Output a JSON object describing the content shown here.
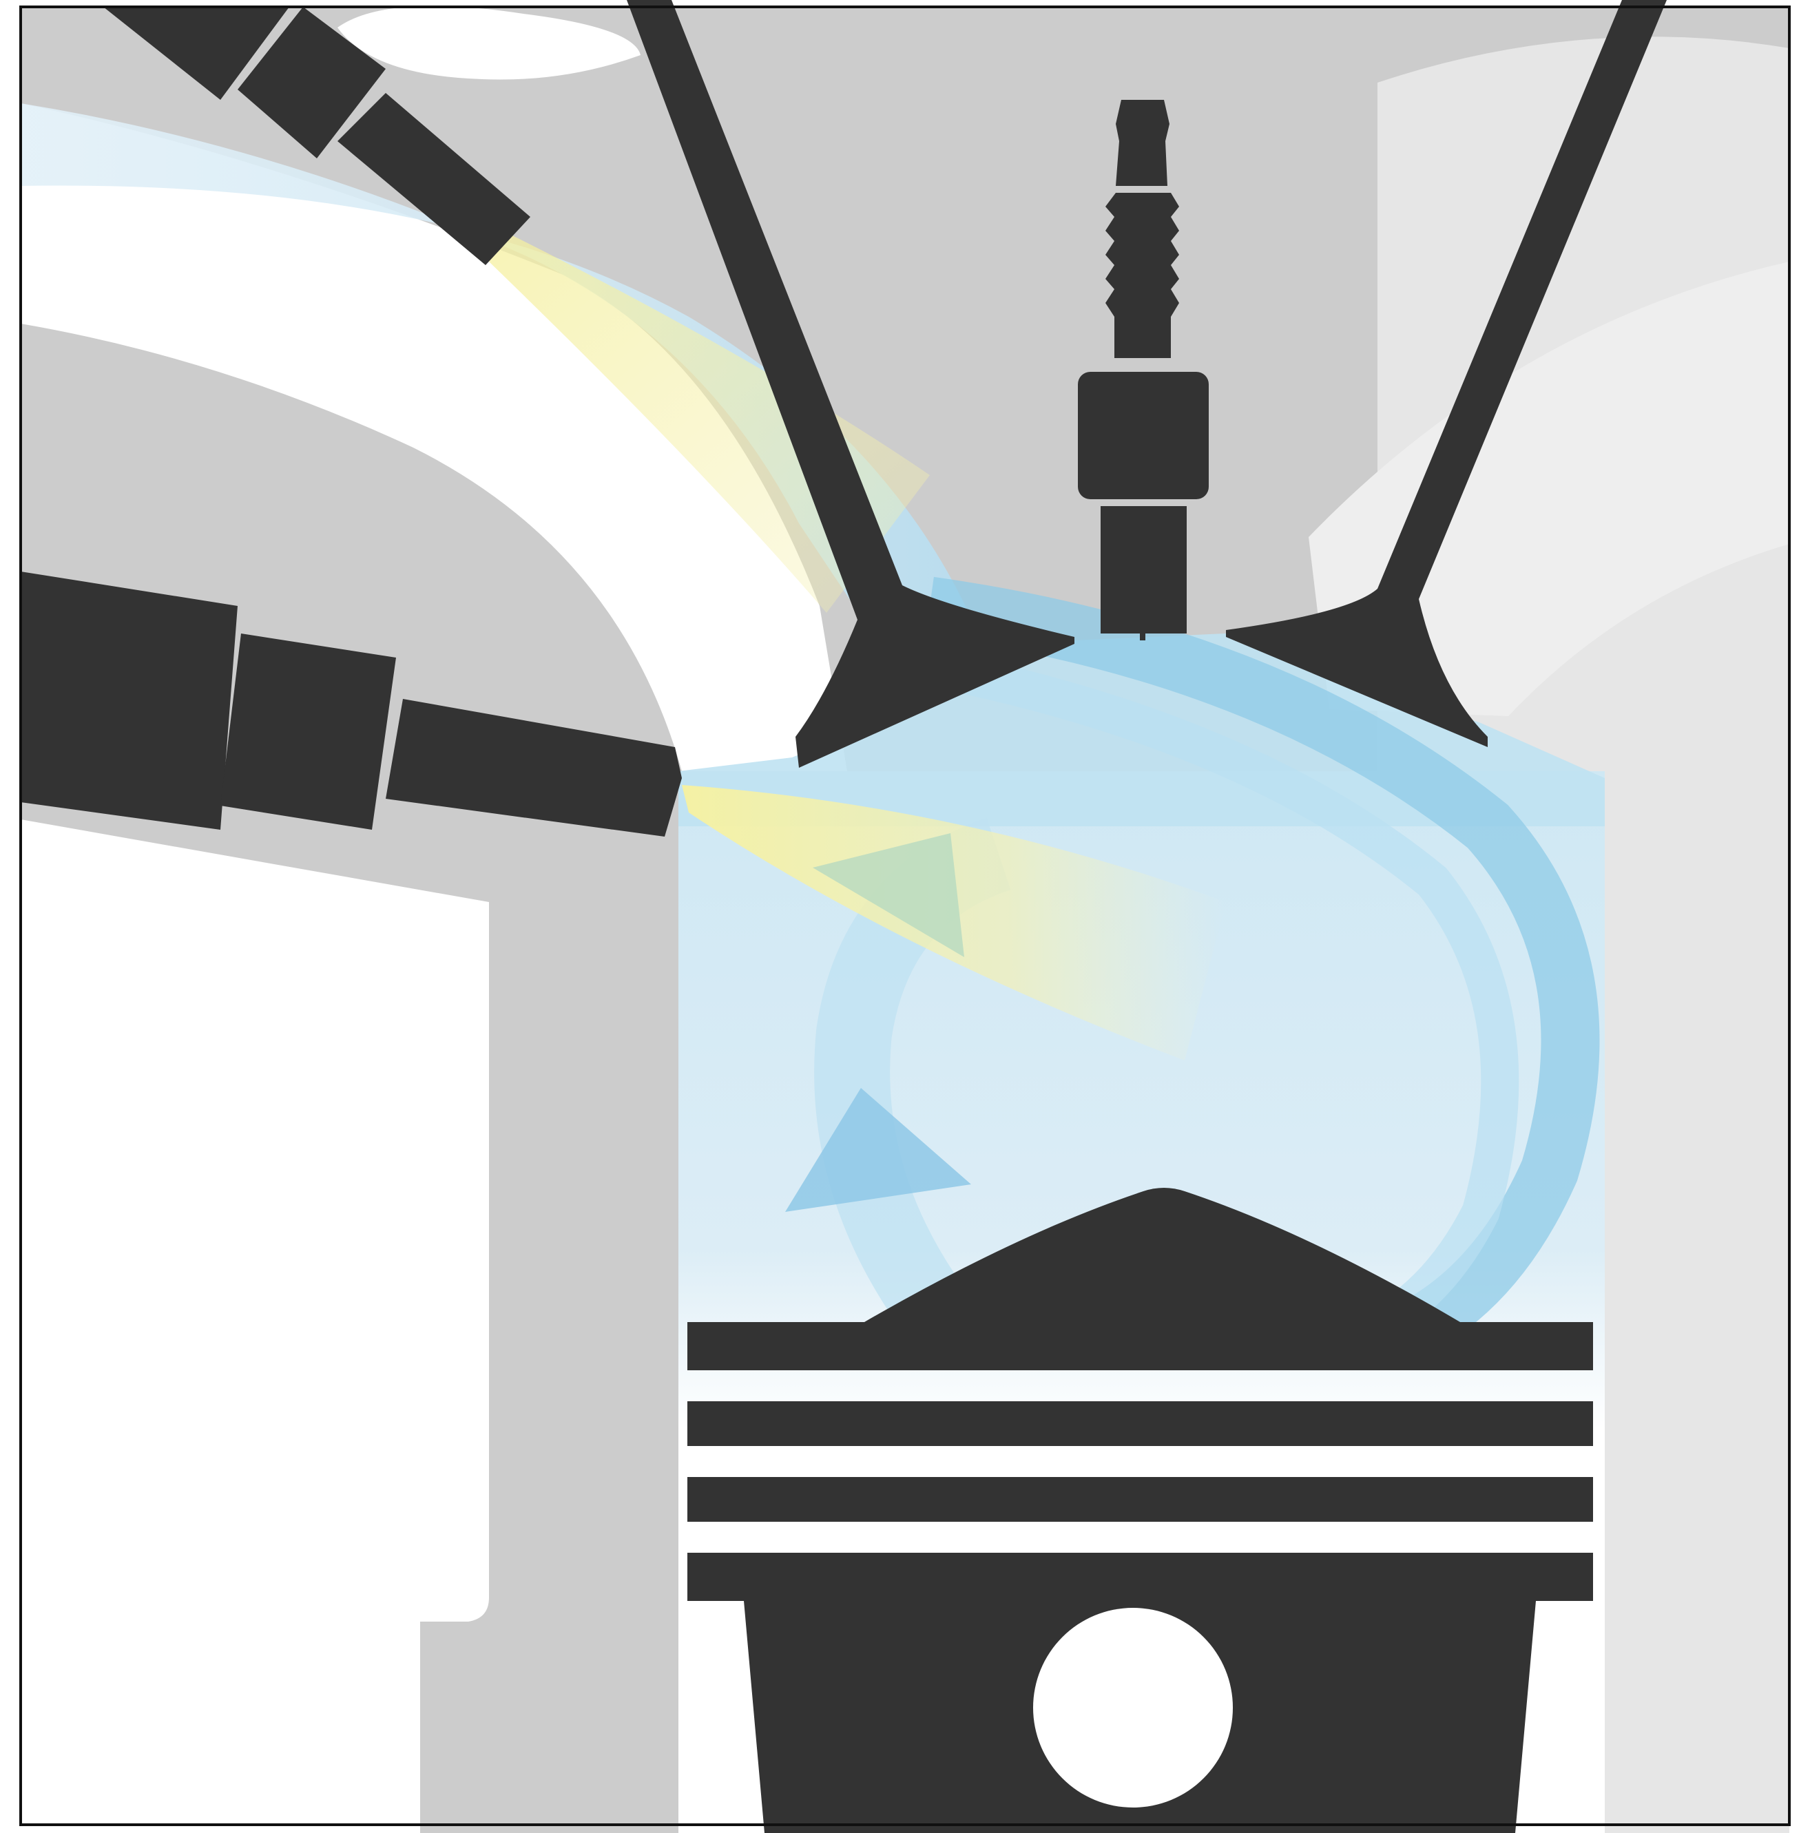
{
  "colors": {
    "background": "#ffffff",
    "frame": "#111111",
    "cylinder_head": "#cccccc",
    "cylinder_head_light": "#e6e6e6",
    "component_dark": "#333333",
    "air_flow": "#9fd1ea",
    "fuel_spray": "#f4f0a8"
  },
  "components": [
    "port-injector",
    "direct-injector",
    "intake-valve",
    "exhaust-valve",
    "spark-plug",
    "piston",
    "wrist-pin"
  ],
  "flow_arrows": [
    "tumble-arrow",
    "spray-arrow"
  ]
}
